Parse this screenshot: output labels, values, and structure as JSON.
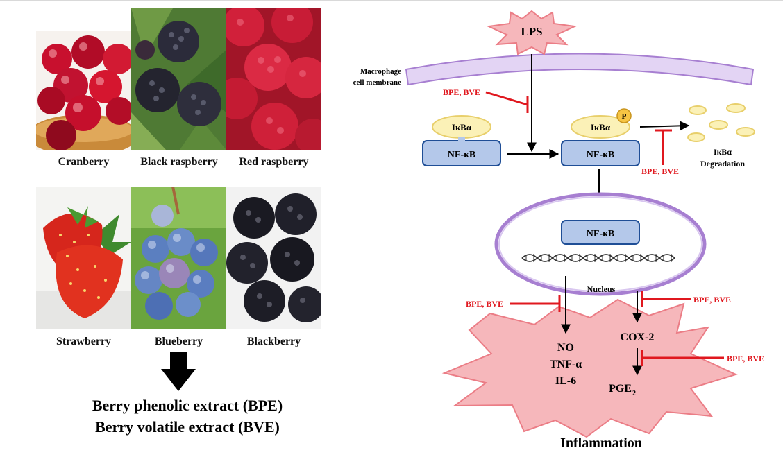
{
  "berries": [
    {
      "name": "Cranberry",
      "color": "#c8102e"
    },
    {
      "name": "Black raspberry",
      "color": "#2b2b3a"
    },
    {
      "name": "Red raspberry",
      "color": "#d1203a"
    },
    {
      "name": "Strawberry",
      "color": "#d6261c"
    },
    {
      "name": "Blueberry",
      "color": "#5b7fc0"
    },
    {
      "name": "Blackberry",
      "color": "#1a1a22"
    }
  ],
  "extracts": {
    "line1": "Berry phenolic extract (BPE)",
    "line2": "Berry volatile extract (BVE)"
  },
  "pathway": {
    "stimulus": "LPS",
    "membrane_label_line1": "Macrophage",
    "membrane_label_line2": "cell membrane",
    "inhibitor": "BPE, BVE",
    "ikba": "IκBα",
    "nfkb": "NF-κB",
    "phospho": "P",
    "degradation_line1": "IκBα",
    "degradation_line2": "Degradation",
    "nucleus": "Nucleus",
    "mediators": [
      "NO",
      "TNF-α",
      "IL-6"
    ],
    "cox": "COX-2",
    "pge_base": "PGE",
    "pge_sub": "2",
    "outcome": "Inflammation"
  },
  "colors": {
    "inhibit": "#e0181f",
    "membrane": "#e3d4f4",
    "membrane_edge": "#a77fd1",
    "box": "#b4c8ea",
    "box_edge": "#1f4e96",
    "ikba_fill": "#fbf1b7",
    "ikba_edge": "#e8cf6b",
    "burst": "#f6b7bb",
    "burst_edge": "#eb7d86"
  }
}
